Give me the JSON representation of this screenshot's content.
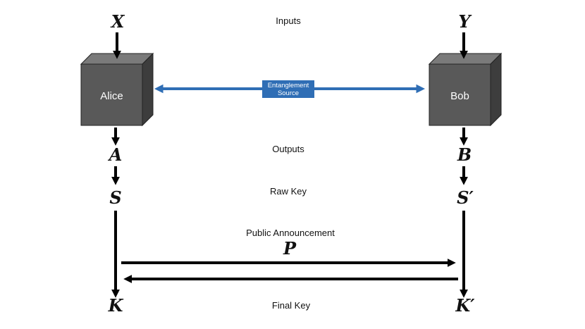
{
  "parties": {
    "alice": {
      "label": "Alice",
      "input": "X",
      "output": "A",
      "raw_key": "S",
      "final_key": "K"
    },
    "bob": {
      "label": "Bob",
      "input": "Y",
      "output": "B",
      "raw_key": "S′",
      "final_key": "K′"
    }
  },
  "stages": {
    "inputs": "Inputs",
    "outputs": "Outputs",
    "raw_key": "Raw Key",
    "public_announcement": "Public Announcement",
    "final_key": "Final Key"
  },
  "announcement_symbol": "P",
  "source": {
    "line1": "Entanglement",
    "line2": "Source"
  },
  "colors": {
    "box_front": "#595959",
    "box_top": "#7a7a7a",
    "box_side": "#3d3d3d",
    "source": "#2f6eb5",
    "arrow": "#000000"
  }
}
